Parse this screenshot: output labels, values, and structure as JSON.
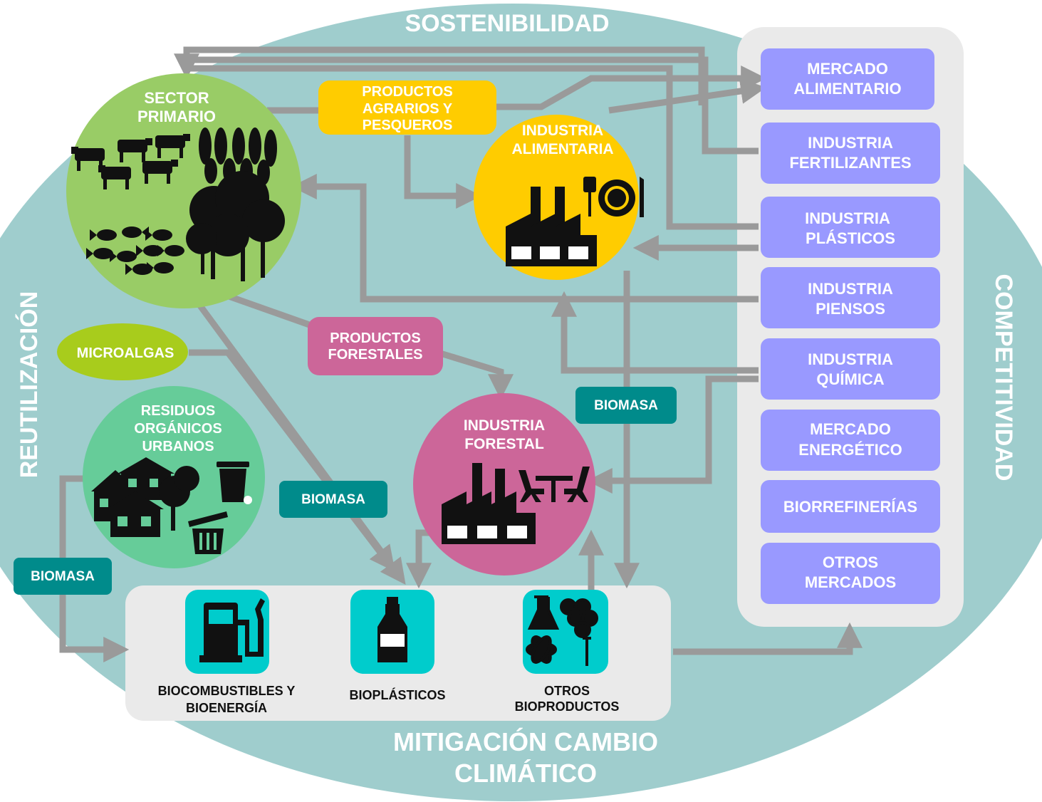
{
  "frame": {
    "top": "SOSTENIBILIDAD",
    "left": "REUTILIZACIÓN",
    "right": "COMPETITIVIDAD",
    "bottom_line1": "MITIGACIÓN CAMBIO",
    "bottom_line2": "CLIMÁTICO"
  },
  "sources": {
    "sector_primario": [
      "SECTOR",
      "PRIMARIO"
    ],
    "microalgas": "MICROALGAS",
    "residuos": [
      "RESIDUOS",
      "ORGÁNICOS",
      "URBANOS"
    ]
  },
  "products": {
    "agrarios": [
      "PRODUCTOS",
      "AGRARIOS Y",
      "PESQUEROS"
    ],
    "forestales": [
      "PRODUCTOS",
      "FORESTALES"
    ]
  },
  "industries": {
    "alimentaria": [
      "INDUSTRIA",
      "ALIMENTARIA"
    ],
    "forestal": [
      "INDUSTRIA",
      "FORESTAL"
    ]
  },
  "biomasa_labels": [
    "BIOMASA",
    "BIOMASA",
    "BIOMASA"
  ],
  "bioproducts": [
    {
      "line1": "BIOCOMBUSTIBLES Y",
      "line2": "BIOENERGÍA",
      "icon": "fuel-pump-icon"
    },
    {
      "line1": "BIOPLÁSTICOS",
      "line2": "",
      "icon": "plastic-bottle-icon"
    },
    {
      "line1": "OTROS",
      "line2": "BIOPRODUCTOS",
      "icon": "chemistry-icon"
    }
  ],
  "markets": [
    [
      "MERCADO",
      "ALIMENTARIO"
    ],
    [
      "INDUSTRIA",
      "FERTILIZANTES"
    ],
    [
      "INDUSTRIA",
      "PLÁSTICOS"
    ],
    [
      "INDUSTRIA",
      "PIENSOS"
    ],
    [
      "INDUSTRIA",
      "QUÍMICA"
    ],
    [
      "MERCADO",
      "ENERGÉTICO"
    ],
    [
      "BIORREFINERÍAS"
    ],
    [
      "OTROS",
      "MERCADOS"
    ]
  ],
  "colors": {
    "background_ellipse": "#9fcdcd",
    "sector_primario": "#99cc66",
    "microalgas": "#a8cc1c",
    "residuos": "#66cc99",
    "agrarios": "#ffcc00",
    "forestales": "#cc6699",
    "alimentaria": "#ffcc00",
    "forestal": "#cc6699",
    "biomasa": "#008b8b",
    "market_box": "#9999ff",
    "market_panel": "#eaeaea",
    "product_tile": "#00cccc",
    "arrow": "#9a9a9a"
  }
}
